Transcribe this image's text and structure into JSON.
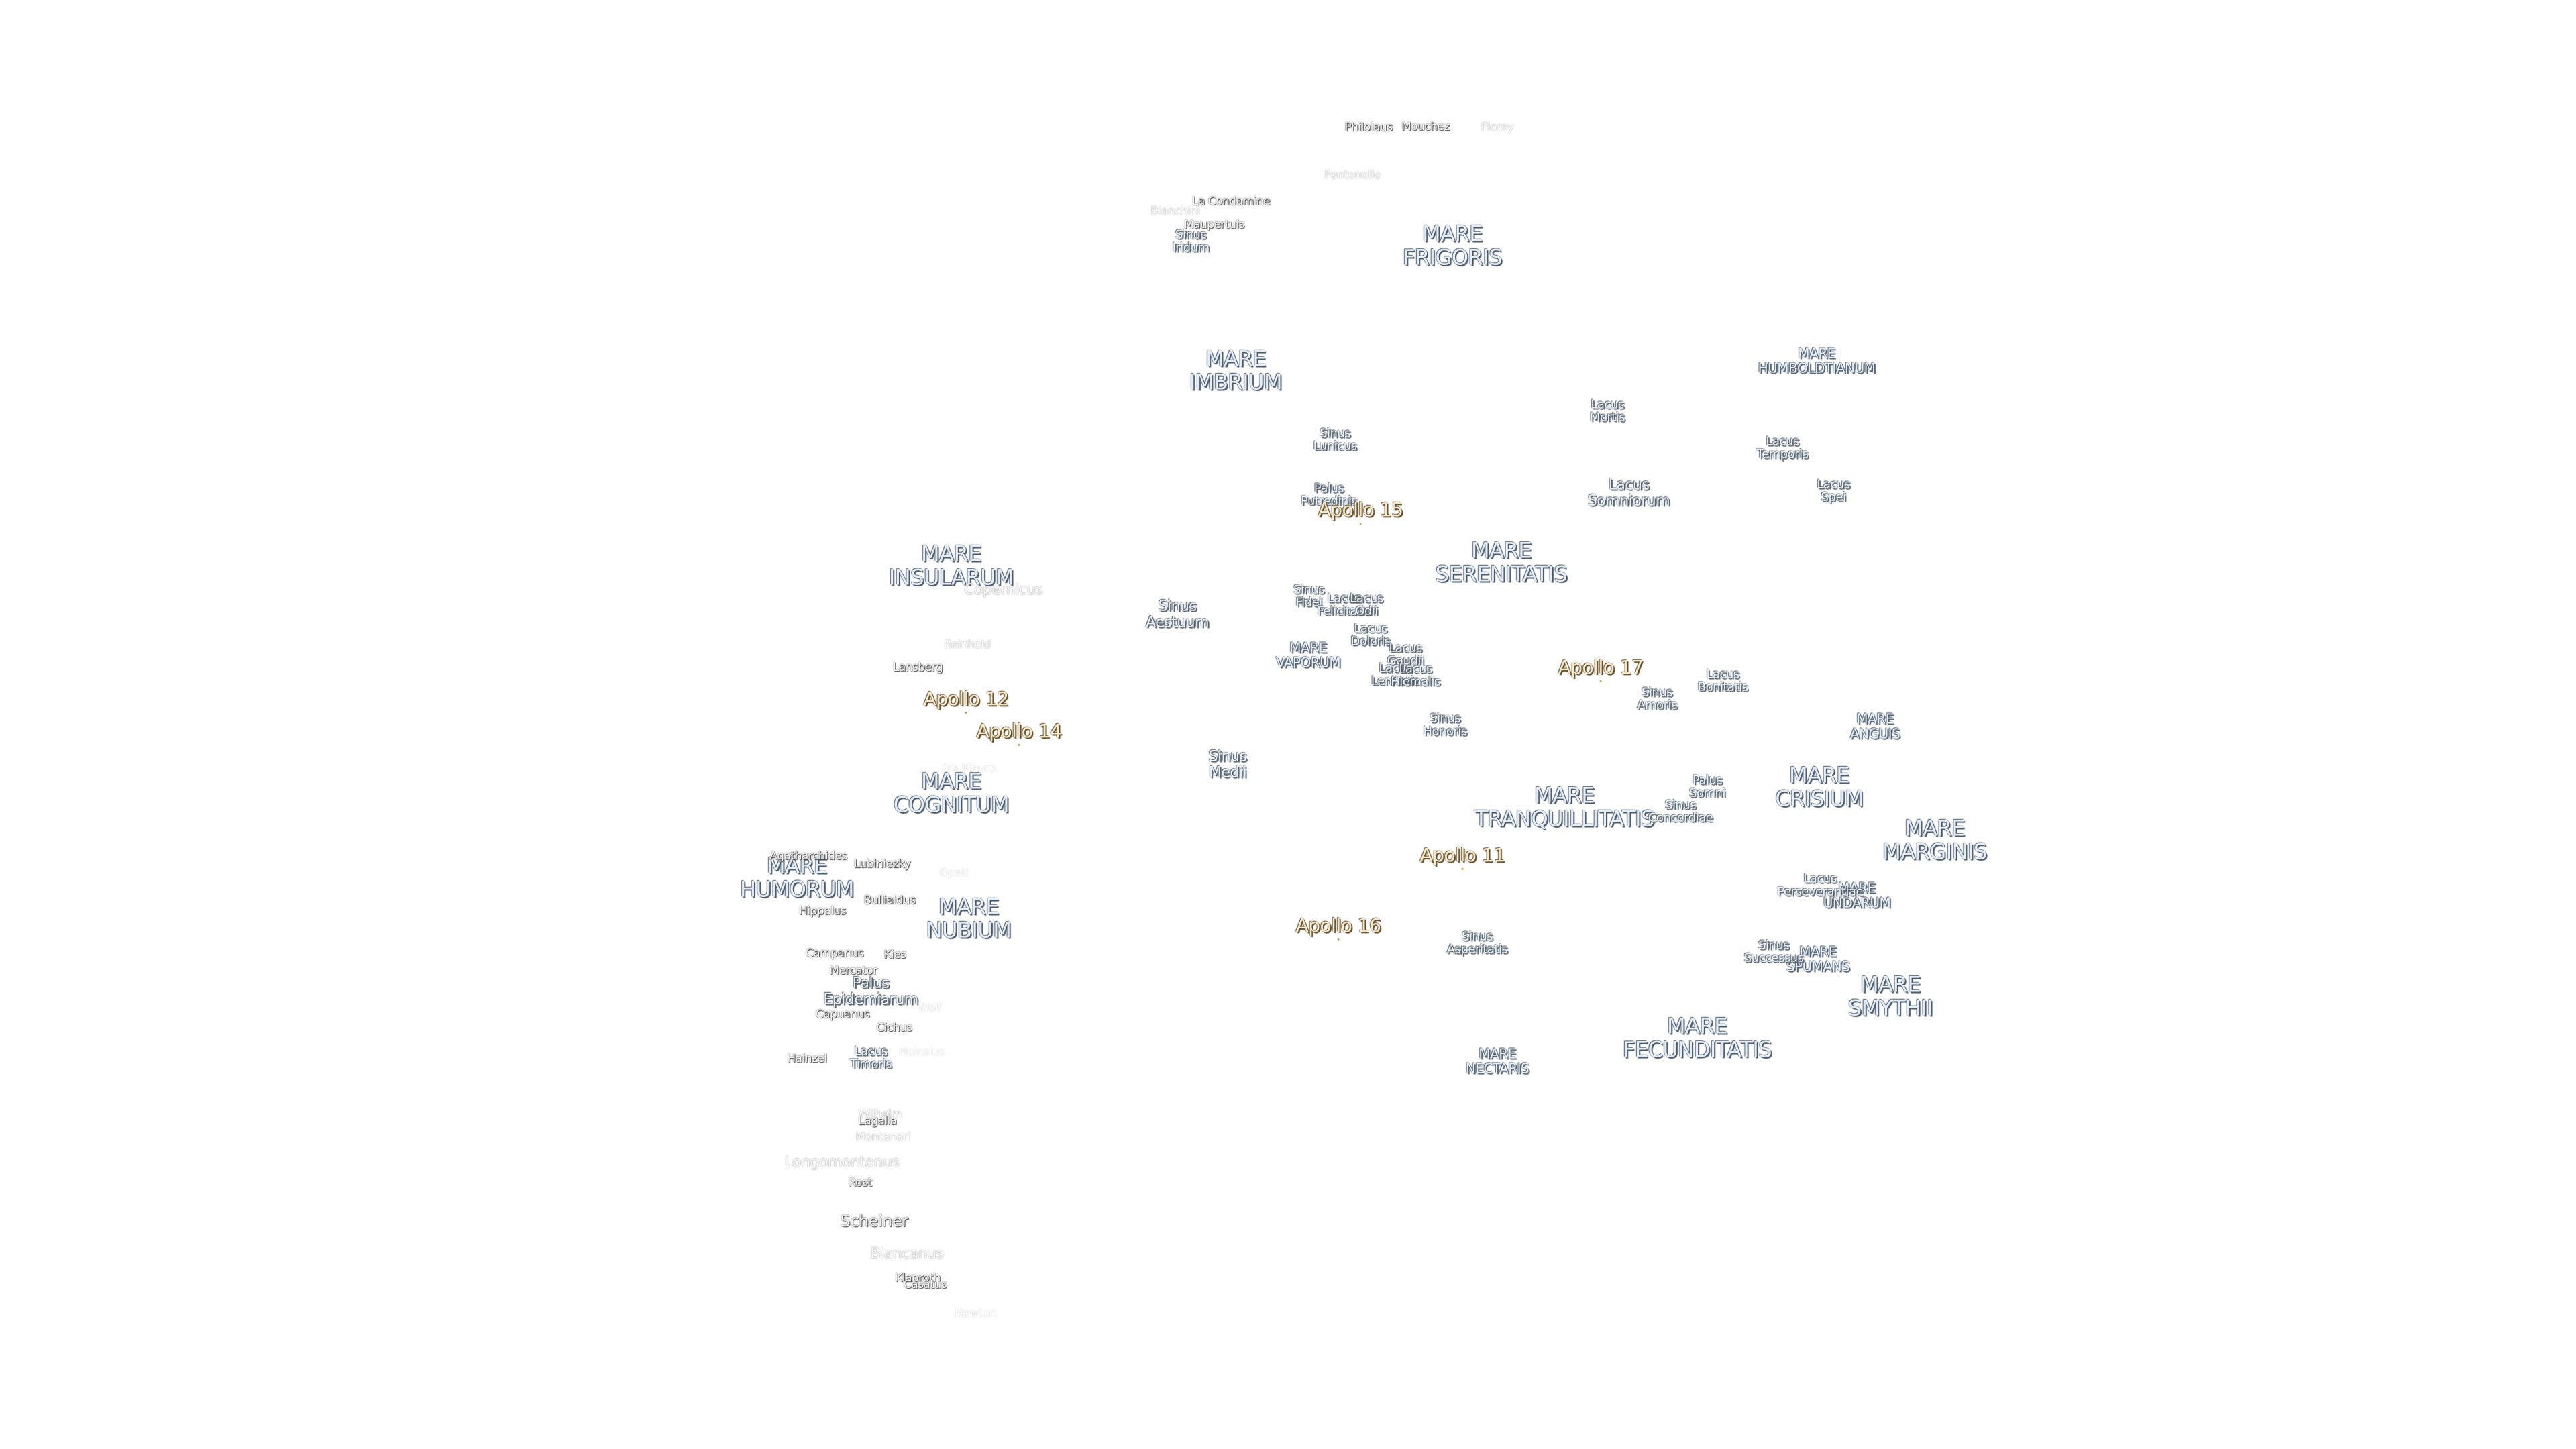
{
  "colors": {
    "background": "#ffffff",
    "mare_text": "#e3edf7",
    "mare_outline": "#4e5a66",
    "apollo_text": "#f6e7c6",
    "apollo_outline": "#6a5a3a",
    "apollo_marker": "#c8a04a"
  },
  "maria": {
    "frigoris": "MARE\nFRIGORIS",
    "imbrium": "MARE\nIMBRIUM",
    "humboldtianum": "MARE\nHUMBOLDTIANUM",
    "serenitatis": "MARE\nSERENITATIS",
    "insularum": "MARE\nINSULARUM",
    "vaporum": "MARE\nVAPORUM",
    "anguis": "MARE\nANGUIS",
    "crisium": "MARE\nCRISIUM",
    "tranquillitatis": "MARE\nTRANQUILLITATIS",
    "cognitum": "MARE\nCOGNITUM",
    "marginis": "MARE\nMARGINIS",
    "humorum": "MARE\nHUMORUM",
    "nubium": "MARE\nNUBIUM",
    "undarum": "MARE\nUNDARUM",
    "spumans": "MARE\nSPUMANS",
    "smythii": "MARE\nSMYTHII",
    "fecunditatis": "MARE\nFECUNDITATIS",
    "nectaris": "MARE\nNECTARIS"
  },
  "features": {
    "sinus_iridum": "Sinus\nIridum",
    "sinus_lunicus": "Sinus\nLunicus",
    "palus_putredinis": "Palus\nPutredinis",
    "lacus_mortis": "Lacus\nMortis",
    "lacus_temporis": "Lacus\nTemporis",
    "lacus_somniorum": "Lacus\nSomniorum",
    "lacus_spei": "Lacus\nSpei",
    "sinus_aestuum": "Sinus\nAestuum",
    "sinus_fidei": "Sinus\nFidei",
    "lacus_felicitatis": "Lacus\nFelicitatis",
    "lacus_odii": "Lacus\nOdii",
    "lacus_doloris": "Lacus\nDoloris",
    "lacus_gaudii": "Lacus\nGaudii",
    "lacus_lenitatis": "Lacus\nLenitatis",
    "lacus_hiemalis": "Lacus\nHiemalis",
    "sinus_amoris": "Sinus\nAmoris",
    "lacus_bonitatis": "Lacus\nBonitatis",
    "sinus_honoris": "Sinus\nHonoris",
    "sinus_medii": "Sinus\nMedii",
    "palus_somni": "Palus\nSomni",
    "sinus_concordiae": "Sinus\nConcordiae",
    "lacus_perseverantiae": "Lacus\nPerseverantiae",
    "sinus_asperitatis": "Sinus\nAsperitatis",
    "sinus_successus": "Sinus\nSuccessus",
    "palus_epidemiarum": "Palus\nEpidemiarum",
    "lacus_timoris": "Lacus\nTimoris"
  },
  "craters": {
    "philolaus": "Philolaus",
    "mouchez": "Mouchez",
    "florey": "Florey",
    "fontenelle": "Fontenelle",
    "la_condamine": "La Condamine",
    "bianchini": "Bianchini",
    "maupertuis": "Maupertuis",
    "copernicus": "Copernicus",
    "reinhold": "Reinhold",
    "lansberg": "Lansberg",
    "fra_mauro": "Fra Mauro",
    "agatharchides": "Agatharchides",
    "lubiniezky": "Lubiniezky",
    "opelt": "Opelt",
    "bullialdus": "Bullialdus",
    "hippalus": "Hippalus",
    "campanus": "Campanus",
    "kies": "Kies",
    "mercator": "Mercator",
    "capuanus": "Capuanus",
    "wolf": "Wolf",
    "cichus": "Cichus",
    "heinsius": "Heinsius",
    "hainzel": "Hainzel",
    "wilhelm": "Wilhelm",
    "lagalla": "Lagalla",
    "montanari": "Montanari",
    "longomontanus": "Longomontanus",
    "rost": "Rost",
    "scheiner": "Scheiner",
    "blancanus": "Blancanus",
    "klaproth": "Klaproth",
    "casatus": "Casatus",
    "newton": "Newton"
  },
  "apollo": {
    "a15": "Apollo 15",
    "a17": "Apollo 17",
    "a12": "Apollo 12",
    "a14": "Apollo 14",
    "a11": "Apollo 11",
    "a16": "Apollo 16"
  }
}
